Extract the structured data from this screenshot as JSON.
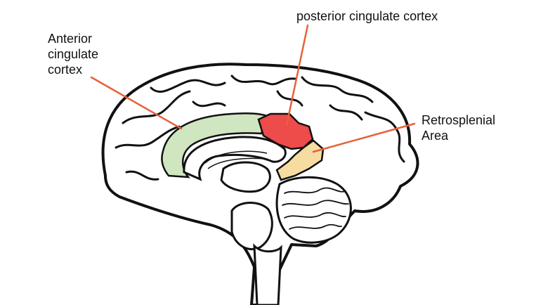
{
  "labels": {
    "anterior_cingulate": [
      "Anterior",
      "cingulate",
      "cortex"
    ],
    "posterior_cingulate": "posterior cingulate cortex",
    "retrosplenial": [
      "Retrosplenial",
      "Area"
    ]
  },
  "colors": {
    "outline": "#111111",
    "anterior_fill": "#cfe6c0",
    "posterior_fill": "#ee4b4b",
    "retrosplenial_fill": "#f6dca0",
    "pointer_line": "#e8603a",
    "background": "#ffffff"
  }
}
